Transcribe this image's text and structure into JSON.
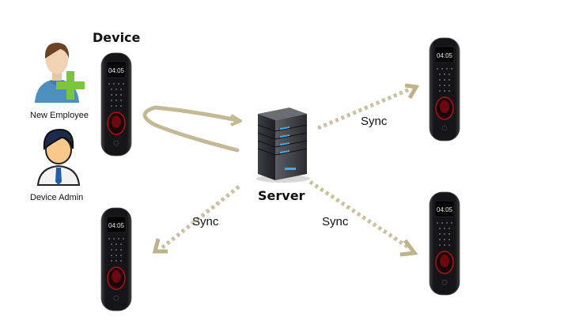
{
  "diagram": {
    "title_device": "Device",
    "server_label": "Server",
    "people": [
      {
        "name": "New Employee",
        "icon": "new-employee-icon"
      },
      {
        "name": "Device Admin",
        "icon": "device-admin-icon"
      }
    ],
    "device_display_time": "04:05",
    "sync_labels": [
      "Sync",
      "Sync",
      "Sync"
    ],
    "colors": {
      "arrow": "#c9c2a0",
      "arrow_solid": "#bdb48c",
      "device_body": "#1b1b1d",
      "server_accent": "#4ea8e0"
    }
  }
}
